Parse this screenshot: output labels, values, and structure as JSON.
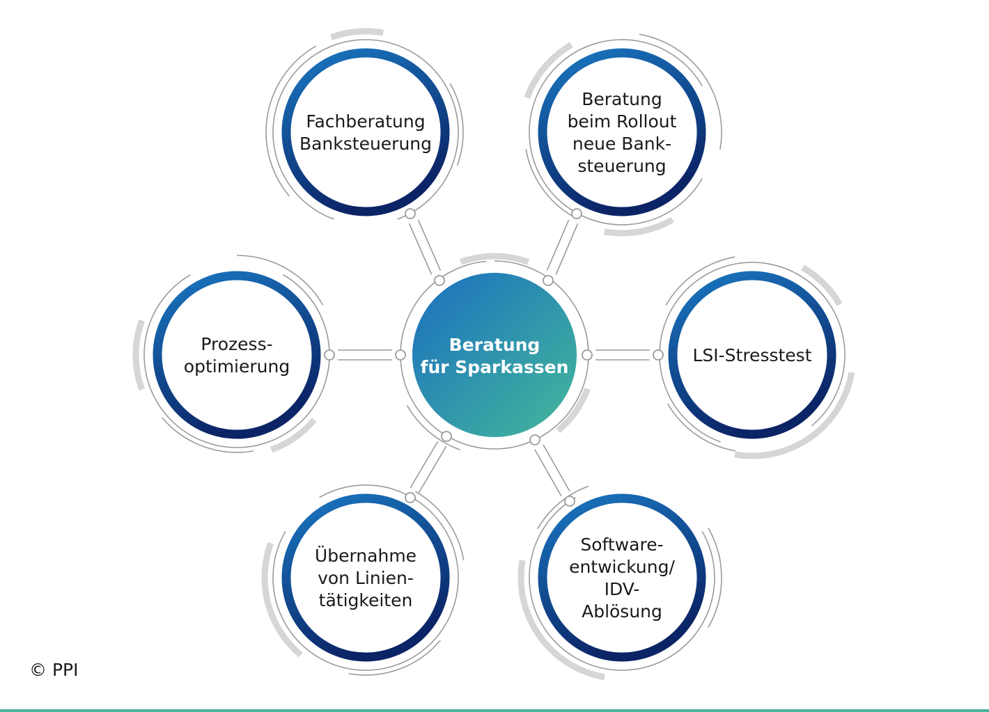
{
  "center": {
    "lines": [
      "Beratung",
      "für Sparkassen"
    ]
  },
  "nodes": [
    {
      "id": "fachberatung",
      "lines": [
        "Fachberatung",
        "Banksteuerung"
      ]
    },
    {
      "id": "rollout",
      "lines": [
        "Beratung",
        "beim Rollout",
        "neue Bank-",
        "steuerung"
      ]
    },
    {
      "id": "prozess",
      "lines": [
        "Prozess-",
        "optimierung"
      ]
    },
    {
      "id": "lsi",
      "lines": [
        "LSI-Stresstest"
      ]
    },
    {
      "id": "uebernahme",
      "lines": [
        "Übernahme",
        "von Linien-",
        "tätigkeiten"
      ]
    },
    {
      "id": "software",
      "lines": [
        "Software-",
        "entwickung/",
        "IDV-",
        "Ablösung"
      ]
    }
  ],
  "footer": {
    "copyright": "© PPI"
  },
  "colors": {
    "ring_light": "#1a78c2",
    "ring_dark": "#0b2466",
    "center_start": "#1a6fc0",
    "center_end": "#45b89a",
    "line_grey": "#9a9a9a",
    "arc_grey": "#d6d6d6",
    "accent_line": "#4db39c"
  }
}
